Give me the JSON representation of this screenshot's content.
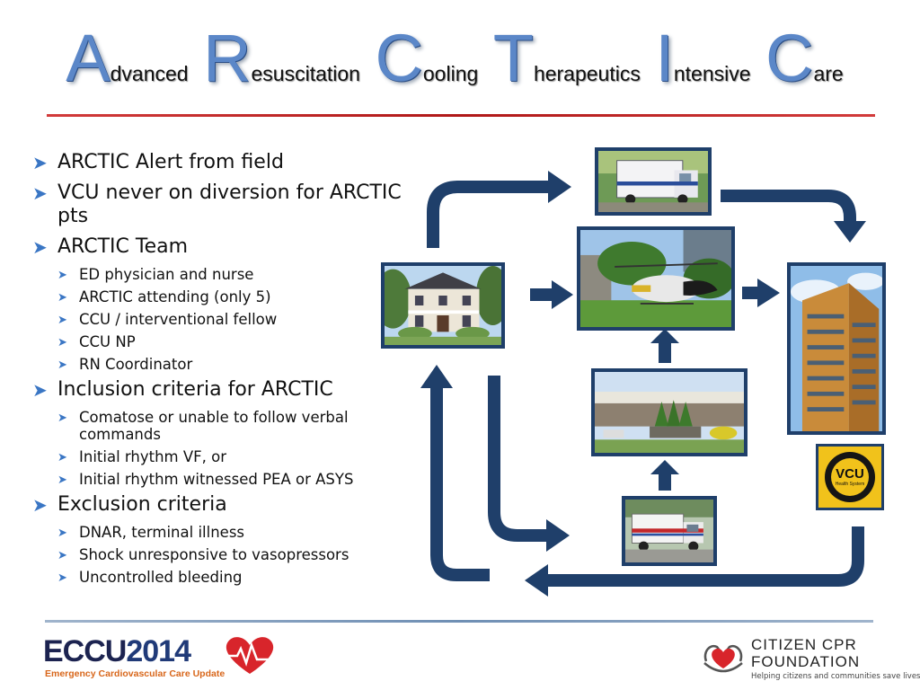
{
  "title": {
    "parts": [
      {
        "big": "A",
        "small": "dvanced"
      },
      {
        "big": "R",
        "small": "esuscitation"
      },
      {
        "big": "C",
        "small": "ooling"
      },
      {
        "big": "T",
        "small": "herapeutics"
      },
      {
        "big": "I",
        "small": "ntensive"
      },
      {
        "big": "C",
        "small": "are"
      }
    ]
  },
  "bullets": {
    "b1": "ARCTIC Alert from field",
    "b2": "VCU never on diversion for ARCTIC pts",
    "b3": "ARCTIC Team",
    "b3_items": [
      "ED physician and nurse",
      "ARCTIC attending (only 5)",
      "CCU / interventional fellow",
      "CCU NP",
      "RN Coordinator"
    ],
    "b4": "Inclusion criteria for ARCTIC",
    "b4_items": [
      "Comatose or unable to follow verbal commands",
      "Initial rhythm VF, or",
      "Initial rhythm witnessed PEA or ASYS"
    ],
    "b5": "Exclusion criteria",
    "b5_items": [
      "DNAR, terminal illness",
      "Shock unresponsive to vasopressors",
      "Uncontrolled bleeding"
    ]
  },
  "logos": {
    "vcu_badge": "VCU",
    "vcu_badge_sub": "Health System",
    "eccu_word": "ECCU",
    "eccu_year": "2014",
    "eccu_tagline": "Emergency Cardiovascular Care Update",
    "cpr_line1": "CITIZEN CPR",
    "cpr_line2": "FOUNDATION",
    "cpr_tagline": "Helping citizens and communities save lives"
  },
  "icons": {
    "bullet": "arrowhead-bullet-icon",
    "flow": "flow-arrow-icon",
    "heart": "heart-icon"
  },
  "colors": {
    "title_accent": "#5b87c8",
    "flow_arrow": "#1f3f6a",
    "rule_red": "#b01818",
    "bullet_blue": "#3a76c4"
  }
}
